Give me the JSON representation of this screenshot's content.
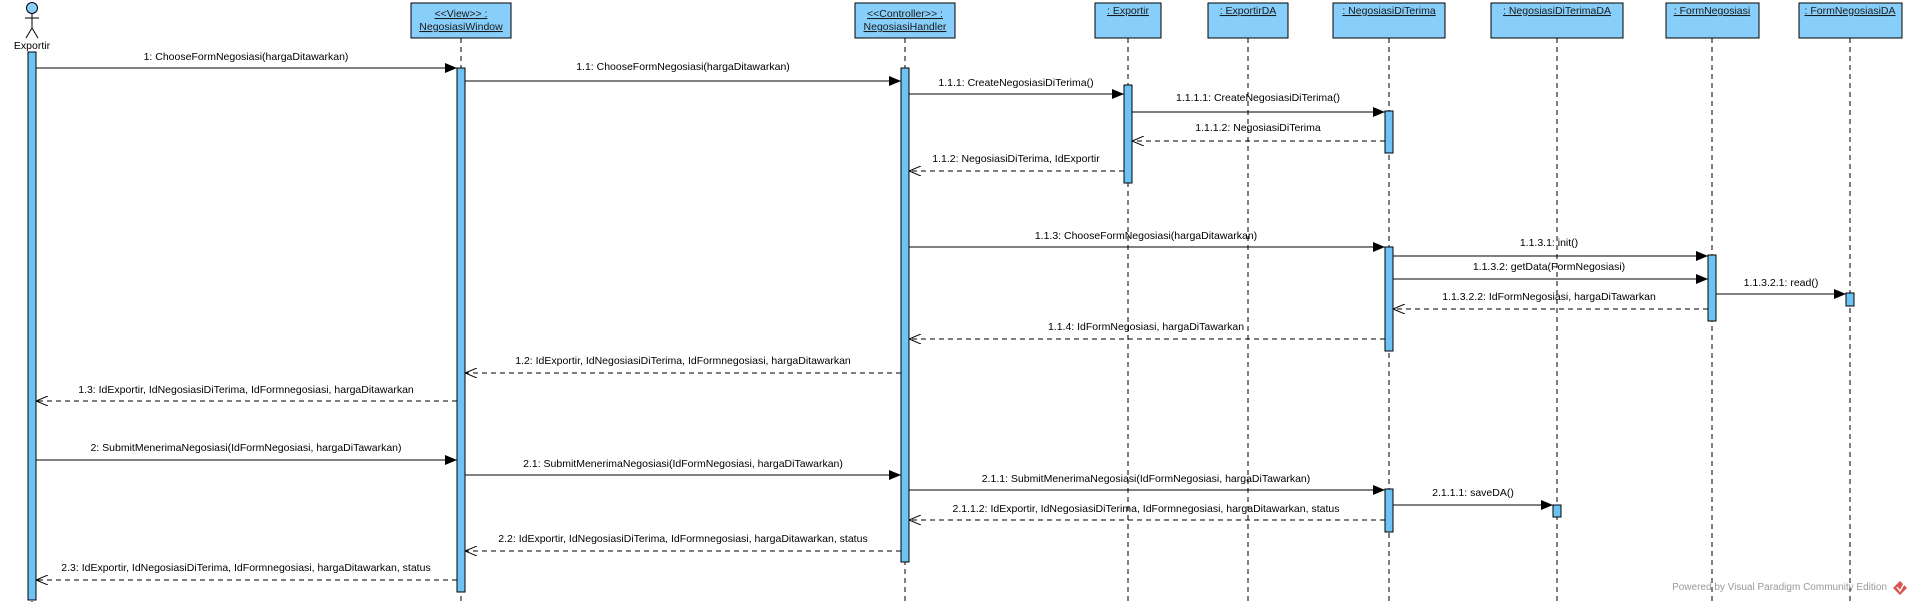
{
  "actor": {
    "name": "Exportir"
  },
  "participants": [
    {
      "id": "nw",
      "line1": "<<View>> :",
      "line2": "NegosiasiWindow"
    },
    {
      "id": "nh",
      "line1": "<<Controller>> :",
      "line2": "NegosiasiHandler"
    },
    {
      "id": "ex",
      "line1": ": Exportir",
      "line2": ""
    },
    {
      "id": "exda",
      "line1": ": ExportirDA",
      "line2": ""
    },
    {
      "id": "ndt",
      "line1": ": NegosiasiDiTerima",
      "line2": ""
    },
    {
      "id": "ndtda",
      "line1": ": NegosiasiDiTerimaDA",
      "line2": ""
    },
    {
      "id": "fn",
      "line1": ": FormNegosiasi",
      "line2": ""
    },
    {
      "id": "fnda",
      "line1": ": FormNegosiasiDA",
      "line2": ""
    }
  ],
  "messages": [
    {
      "from": "actor",
      "to": "nw",
      "label": "1: ChooseFormNegosiasi(hargaDitawarkan)",
      "type": "sync"
    },
    {
      "from": "nw",
      "to": "nh",
      "label": "1.1: ChooseFormNegosiasi(hargaDitawarkan)",
      "type": "sync"
    },
    {
      "from": "nh",
      "to": "ex",
      "label": "1.1.1: CreateNegosiasiDiTerima()",
      "type": "sync"
    },
    {
      "from": "ex",
      "to": "ndt",
      "label": "1.1.1.1: CreateNegosiasiDiTerima()",
      "type": "sync"
    },
    {
      "from": "ndt",
      "to": "ex",
      "label": "1.1.1.2: NegosiasiDiTerima",
      "type": "return"
    },
    {
      "from": "ex",
      "to": "nh",
      "label": "1.1.2: NegosiasiDiTerima, IdExportir",
      "type": "return"
    },
    {
      "from": "nh",
      "to": "ndt",
      "label": "1.1.3: ChooseFormNegosiasi(hargaDitawarkan)",
      "type": "sync"
    },
    {
      "from": "ndt",
      "to": "fn",
      "label": "1.1.3.1: init()",
      "type": "sync"
    },
    {
      "from": "ndt",
      "to": "fn",
      "label": "1.1.3.2: getData(FormNegosiasi)",
      "type": "sync"
    },
    {
      "from": "fn",
      "to": "fnda",
      "label": "1.1.3.2.1: read()",
      "type": "sync"
    },
    {
      "from": "fn",
      "to": "ndt",
      "label": "1.1.3.2.2: IdFormNegosiasi, hargaDiTawarkan",
      "type": "return"
    },
    {
      "from": "ndt",
      "to": "nh",
      "label": "1.1.4: IdFormNegosiasi, hargaDiTawarkan",
      "type": "return"
    },
    {
      "from": "nh",
      "to": "nw",
      "label": "1.2: IdExportir, IdNegosiasiDiTerima, IdFormnegosiasi, hargaDitawarkan",
      "type": "return"
    },
    {
      "from": "nw",
      "to": "actor",
      "label": "1.3: IdExportir, IdNegosiasiDiTerima, IdFormnegosiasi, hargaDitawarkan",
      "type": "return"
    },
    {
      "from": "actor",
      "to": "nw",
      "label": "2: SubmitMenerimaNegosiasi(IdFormNegosiasi, hargaDiTawarkan)",
      "type": "sync"
    },
    {
      "from": "nw",
      "to": "nh",
      "label": "2.1: SubmitMenerimaNegosiasi(IdFormNegosiasi, hargaDiTawarkan)",
      "type": "sync"
    },
    {
      "from": "nh",
      "to": "ndt",
      "label": "2.1.1: SubmitMenerimaNegosiasi(IdFormNegosiasi, hargaDiTawarkan)",
      "type": "sync"
    },
    {
      "from": "ndt",
      "to": "ndtda",
      "label": "2.1.1.1: saveDA()",
      "type": "sync"
    },
    {
      "from": "ndt",
      "to": "nh",
      "label": "2.1.1.2: IdExportir, IdNegosiasiDiTerima, IdFormnegosiasi, hargaDitawarkan, status",
      "type": "return"
    },
    {
      "from": "nh",
      "to": "nw",
      "label": "2.2: IdExportir, IdNegosiasiDiTerima, IdFormnegosiasi, hargaDitawarkan, status",
      "type": "return"
    },
    {
      "from": "nw",
      "to": "actor",
      "label": "2.3: IdExportir, IdNegosiasiDiTerima, IdFormnegosiasi, hargaDitawarkan, status",
      "type": "return"
    }
  ],
  "watermark": "Powered by  Visual Paradigm Community Edition",
  "colors": {
    "participant_fill": "#87CEFA",
    "activation_fill": "#6EC3F5",
    "line": "#000000"
  }
}
